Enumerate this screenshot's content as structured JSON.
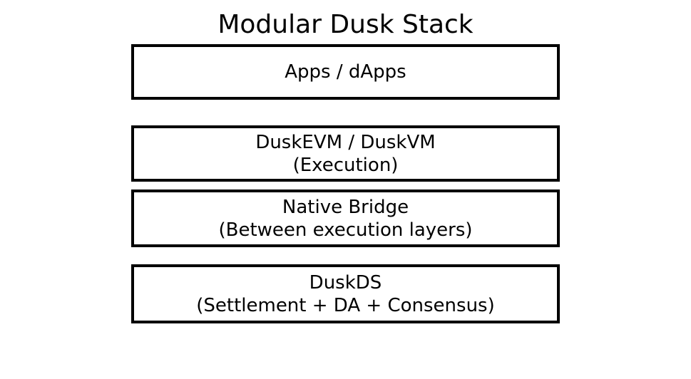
{
  "title": "Modular Dusk Stack",
  "colors": {
    "background": "#ffffff",
    "border": "#000000",
    "text": "#000000",
    "box_fill": "#ffffff"
  },
  "boxes": [
    {
      "id": "apps",
      "lines": [
        "Apps / dApps"
      ]
    },
    {
      "id": "execution",
      "lines": [
        "DuskEVM / DuskVM",
        "(Execution)"
      ]
    },
    {
      "id": "bridge",
      "lines": [
        "Native Bridge",
        "(Between execution layers)"
      ]
    },
    {
      "id": "settlement",
      "lines": [
        "DuskDS",
        "(Settlement + DA + Consensus)"
      ]
    }
  ]
}
